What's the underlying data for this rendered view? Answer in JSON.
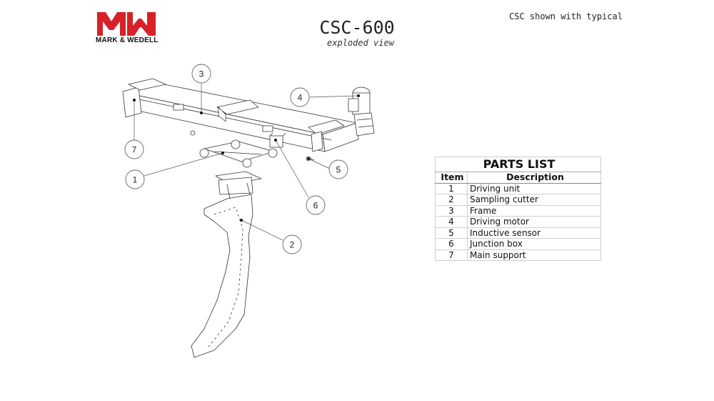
{
  "header": {
    "logo_text": "MARK & WEDELL",
    "title": "CSC-600",
    "subtitle": "exploded view",
    "note": "CSC shown with typical scop"
  },
  "colors": {
    "logo_red": "#d92027",
    "line": "#333333",
    "callout_border": "#666666"
  },
  "diagram": {
    "callouts": [
      {
        "id": "3",
        "label": "3"
      },
      {
        "id": "4",
        "label": "4"
      },
      {
        "id": "7",
        "label": "7"
      },
      {
        "id": "5",
        "label": "5"
      },
      {
        "id": "1",
        "label": "1"
      },
      {
        "id": "6",
        "label": "6"
      },
      {
        "id": "2",
        "label": "2"
      }
    ]
  },
  "parts_list": {
    "title": "PARTS LIST",
    "headers": {
      "item": "Item",
      "description": "Description"
    },
    "rows": [
      {
        "item": "1",
        "description": "Driving unit"
      },
      {
        "item": "2",
        "description": "Sampling cutter"
      },
      {
        "item": "3",
        "description": "Frame"
      },
      {
        "item": "4",
        "description": "Driving motor"
      },
      {
        "item": "5",
        "description": "Inductive sensor"
      },
      {
        "item": "6",
        "description": "Junction box"
      },
      {
        "item": "7",
        "description": "Main support"
      }
    ]
  }
}
